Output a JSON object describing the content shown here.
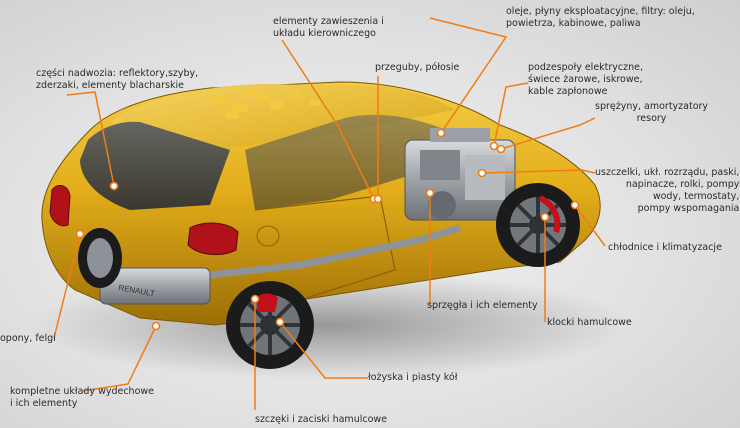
{
  "labels": {
    "suspension": "elementy zawieszenia i\nukładu kierowniczego",
    "fluids": "oleje, płyny eksploatacyjne, filtry: oleju,\npowietrza, kabinowe, paliwa",
    "body_parts": "części nadwozia: reflektory,szyby,\nzderzaki, elementy blacharskie",
    "joints": "przeguby, półosie",
    "electrical": "podzespoły elektryczne,\nświece żarowe, iskrowe,\nkable zapłonowe",
    "springs": "sprężyny, amortyzatory\nresory",
    "seals": "uszczelki, ukł. rozrządu, paski,\nnapinacze, rolki, pompy\nwody, termostaty,\npompy wspomagania",
    "cooling": "chłodnice i klimatyzacje",
    "clutch": "sprzęgła i ich elementy",
    "pads": "klocki hamulcowe",
    "tyres": "opony, felgi",
    "exhaust": "kompletne układy wydechowe\ni ich elementy",
    "bearings": "łożyska i piasty kół",
    "calipers": "szczęki i zaciski hamulcowe"
  },
  "car_badge": "RENAULT",
  "colors": {
    "accent": "#f07d14",
    "body": "#e3b21a",
    "body_shadow": "#b27f08",
    "roof_tile": "#f0c23a"
  }
}
